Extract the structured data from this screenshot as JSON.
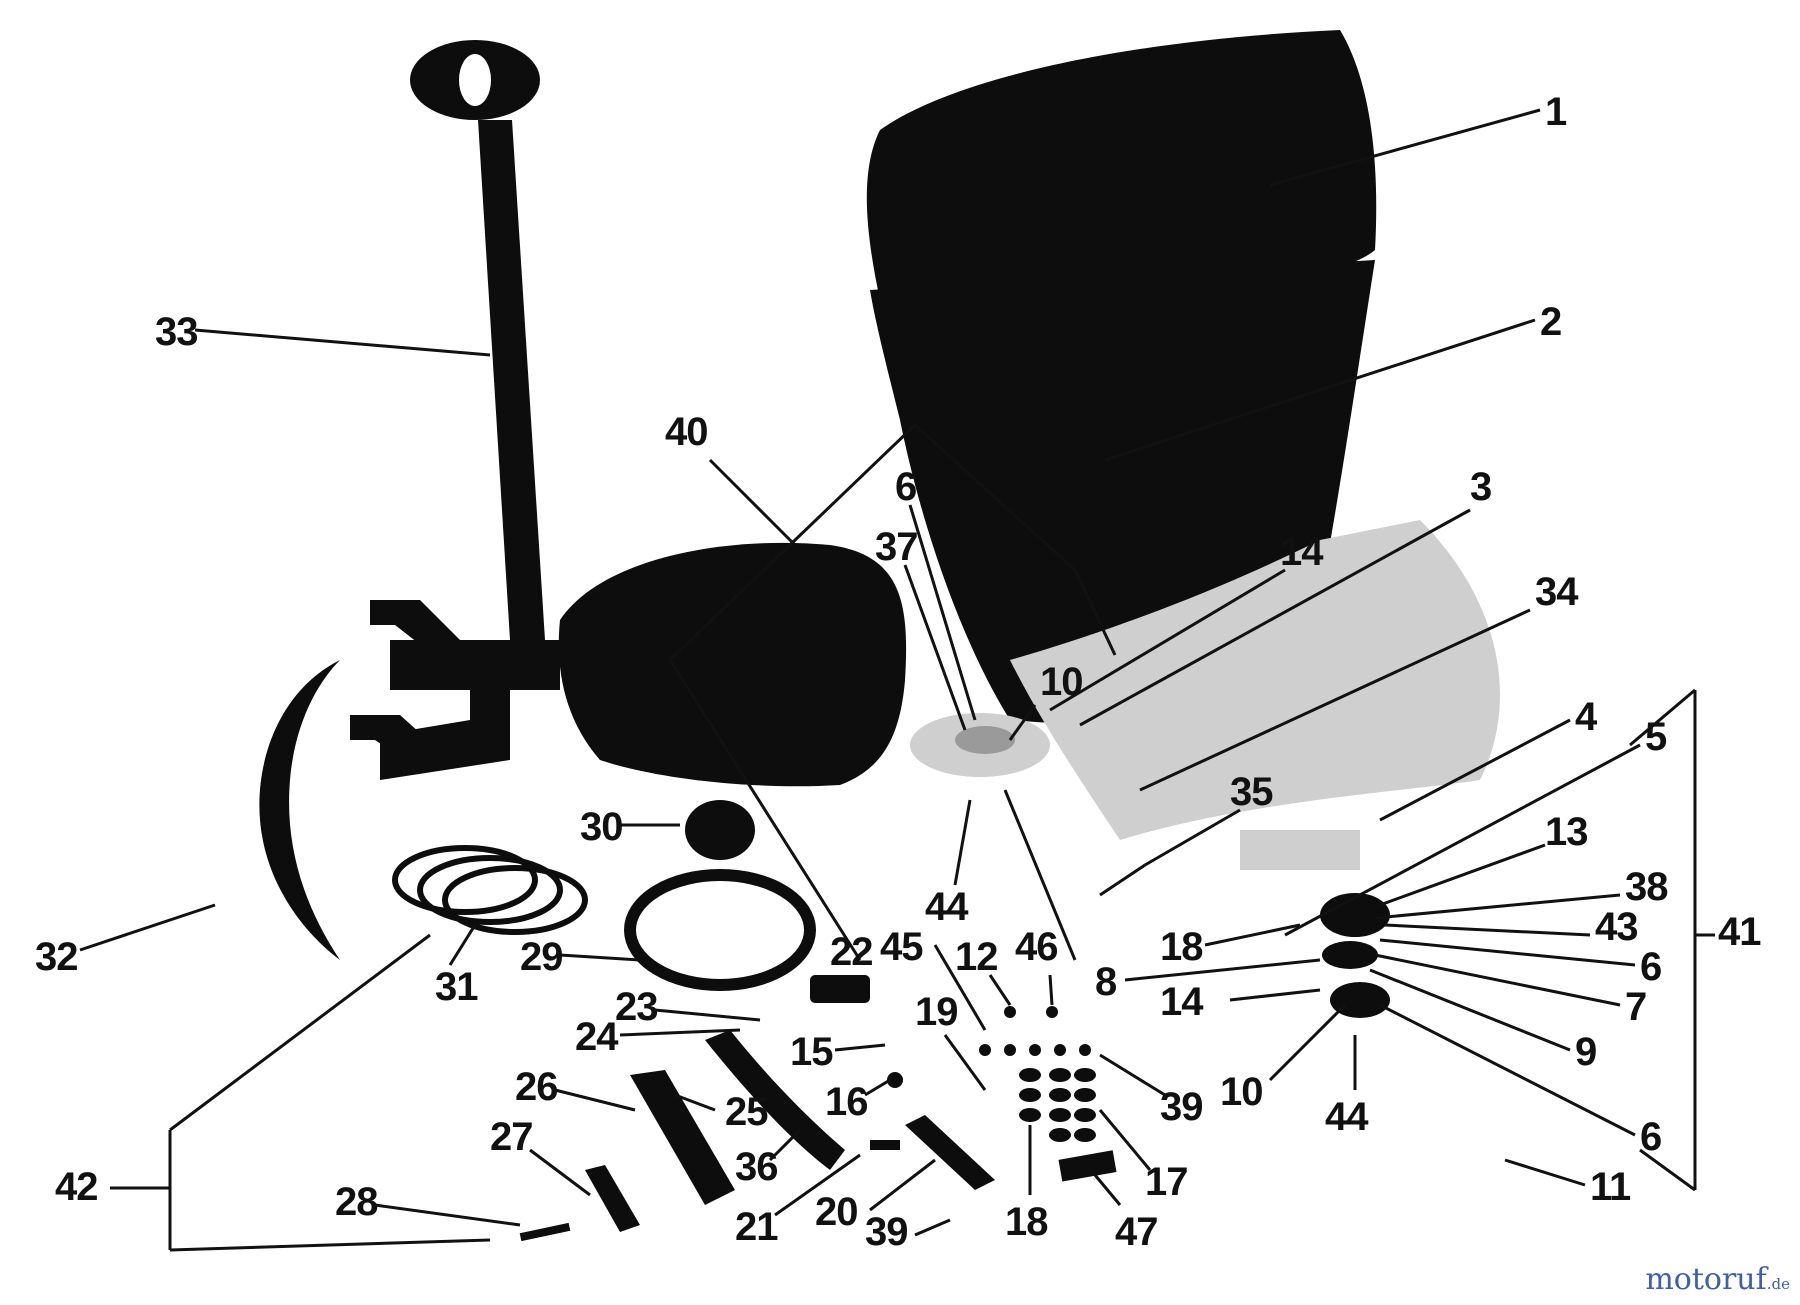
{
  "callouts": {
    "c1": "1",
    "c2": "2",
    "c3": "3",
    "c4": "4",
    "c5": "5",
    "c6a": "6",
    "c6b": "6",
    "c6c": "6",
    "c7": "7",
    "c8": "8",
    "c9": "9",
    "c10a": "10",
    "c10b": "10",
    "c11": "11",
    "c12": "12",
    "c13": "13",
    "c14a": "14",
    "c14b": "14",
    "c15": "15",
    "c16": "16",
    "c17": "17",
    "c18a": "18",
    "c18b": "18",
    "c19": "19",
    "c20": "20",
    "c21": "21",
    "c22": "22",
    "c23": "23",
    "c24": "24",
    "c25": "25",
    "c26": "26",
    "c27": "27",
    "c28": "28",
    "c29": "29",
    "c30": "30",
    "c31": "31",
    "c32": "32",
    "c33": "33",
    "c34": "34",
    "c35": "35",
    "c36": "36",
    "c37": "37",
    "c38": "38",
    "c39a": "39",
    "c39b": "39",
    "c40": "40",
    "c41": "41",
    "c42": "42",
    "c43": "43",
    "c44a": "44",
    "c44b": "44",
    "c45": "45",
    "c46": "46",
    "c47": "47"
  },
  "watermark": {
    "name": "motoruf",
    "tld": ".de"
  }
}
